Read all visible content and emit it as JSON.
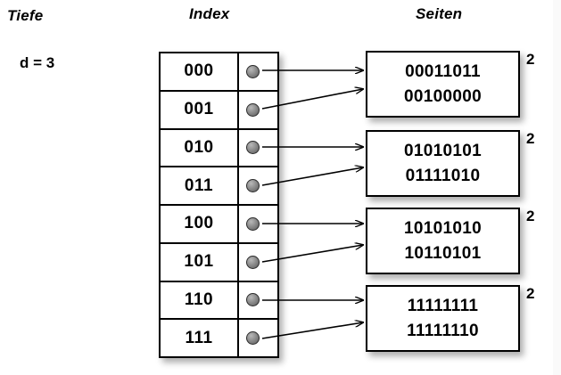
{
  "figure": {
    "columns": {
      "depth_header": "Tiefe",
      "index_header": "Index",
      "pages_header": "Seiten"
    },
    "depth": {
      "label": "d = 3",
      "value": 3
    },
    "index_table": {
      "rows": [
        {
          "key": "000",
          "pointer": "pointer-dot",
          "target_page": 0
        },
        {
          "key": "001",
          "pointer": "pointer-dot",
          "target_page": 0
        },
        {
          "key": "010",
          "pointer": "pointer-dot",
          "target_page": 1
        },
        {
          "key": "011",
          "pointer": "pointer-dot",
          "target_page": 1
        },
        {
          "key": "100",
          "pointer": "pointer-dot",
          "target_page": 2
        },
        {
          "key": "101",
          "pointer": "pointer-dot",
          "target_page": 2
        },
        {
          "key": "110",
          "pointer": "pointer-dot",
          "target_page": 3
        },
        {
          "key": "111",
          "pointer": "pointer-dot",
          "target_page": 3
        }
      ]
    },
    "pages": [
      {
        "entries": [
          "00011011",
          "00100000"
        ],
        "local_depth": "2"
      },
      {
        "entries": [
          "01010101",
          "01111010"
        ],
        "local_depth": "2"
      },
      {
        "entries": [
          "10101010",
          "10110101"
        ],
        "local_depth": "2"
      },
      {
        "entries": [
          "11111111",
          "11111110"
        ],
        "local_depth": "2"
      }
    ],
    "colors": {
      "background": "#ffffff",
      "stroke": "#000000",
      "dot_fill": "#8d8d8d",
      "shadow": "rgba(0,0,0,0.32)"
    }
  }
}
